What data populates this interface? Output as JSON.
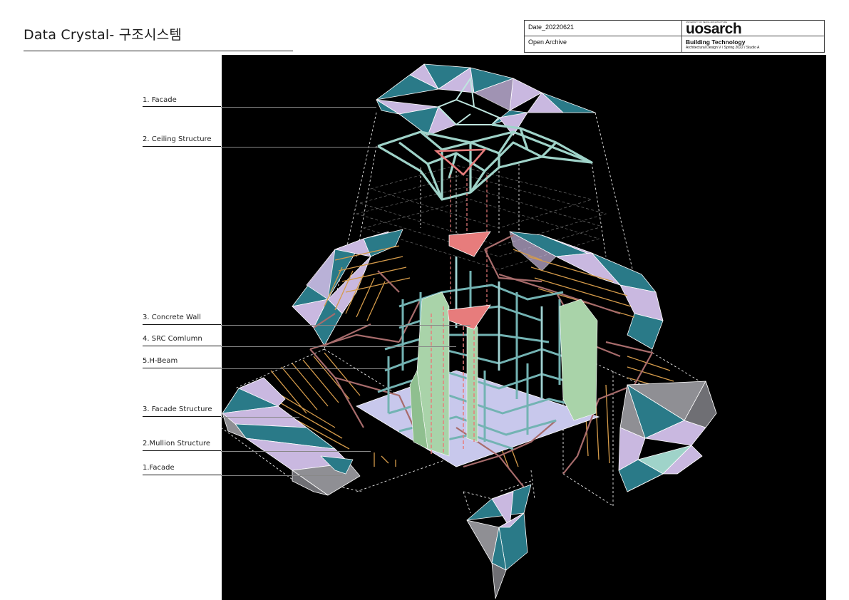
{
  "page": {
    "title": "Data Crystal- 구조시스템"
  },
  "title_block": {
    "date": "Date_20220621",
    "archive": "Open Archive",
    "logo": "uosarch",
    "logo_small": "UNIVERSITY OF SEOUL ARCHITECTURE",
    "course": "Building Technology",
    "subtitle": "Architectural Design V / Spring 2022 / Studio A"
  },
  "callouts": [
    {
      "label": "1. Facade"
    },
    {
      "label": "2. Ceiling Structure"
    },
    {
      "label": "3. Concrete Wall"
    },
    {
      "label": "4. SRC Comlumn"
    },
    {
      "label": "5.H-Beam"
    },
    {
      "label": "3. Facade Structure"
    },
    {
      "label": "2.Mullion Structure"
    },
    {
      "label": "1.Facade"
    }
  ],
  "colors": {
    "canvas": "#000000",
    "facade_teal": "#2a7a88",
    "facade_lavender": "#c9b8e0",
    "facade_grey": "#8f8f94",
    "ceiling_mint": "#9fd3c9",
    "core_red": "#e77c7c",
    "wall_green": "#a9d3a9",
    "column_teal": "#73b3b3",
    "beam_rose": "#a86c6c",
    "mullion_orange": "#d59b4a",
    "slab": "#c8c8ec"
  }
}
